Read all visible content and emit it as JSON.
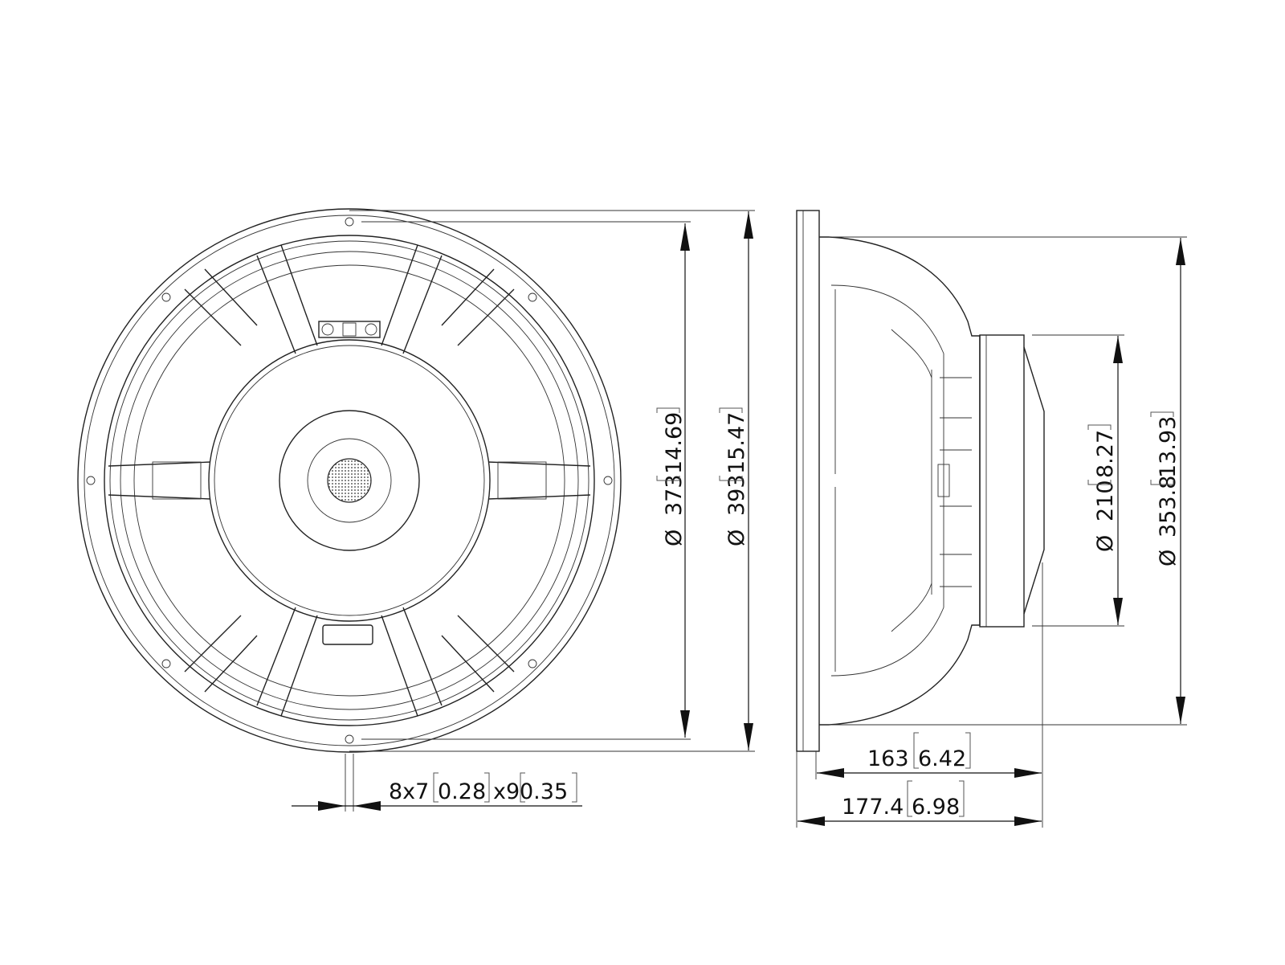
{
  "drawing": {
    "front_view": {
      "cutout_diameter": {
        "symbol": "Ø",
        "mm": "373",
        "inch": "14.69"
      },
      "outer_diameter": {
        "symbol": "Ø",
        "mm": "393",
        "inch": "15.47"
      },
      "mounting_holes": {
        "mm": "8x7",
        "inch": "0.28",
        "mm2": "x9",
        "inch2": "0.35"
      }
    },
    "side_view": {
      "magnet_diameter": {
        "symbol": "Ø",
        "mm": "210",
        "inch": "8.27"
      },
      "baffle_diameter": {
        "symbol": "Ø",
        "mm": "353.8",
        "inch": "13.93"
      },
      "depth_from_baffle": {
        "mm": "163",
        "inch": "6.42"
      },
      "total_depth": {
        "mm": "177.4",
        "inch": "6.98"
      }
    },
    "line_color": "#222222",
    "background": "#ffffff"
  }
}
